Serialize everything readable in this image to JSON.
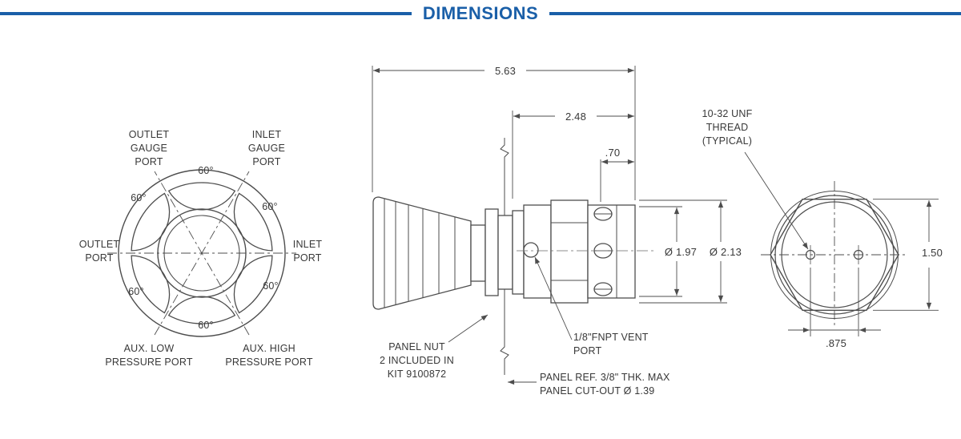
{
  "header": {
    "title": "DIMENSIONS"
  },
  "colors": {
    "accent": "#1a5fa8",
    "line": "#4d4d4d",
    "text": "#383838"
  },
  "front_view": {
    "outlet_gauge_port": "OUTLET\nGAUGE\nPORT",
    "inlet_gauge_port": "INLET\nGAUGE\nPORT",
    "outlet_port": "OUTLET\nPORT",
    "inlet_port": "INLET\nPORT",
    "aux_low_pressure_port": "AUX. LOW\nPRESSURE PORT",
    "aux_high_pressure_port": "AUX. HIGH\nPRESSURE PORT",
    "angles": [
      "60°",
      "60°",
      "60°",
      "60°",
      "60°",
      "60°"
    ]
  },
  "side_view": {
    "overall_length": "5.63",
    "behind_panel_depth": "2.48",
    "rear_section": ".70",
    "body_diameter": "Ø 1.97",
    "hex_across_flats": "Ø 2.13",
    "panel_nut_note": "PANEL NUT\n2 INCLUDED IN\nKIT 9100872",
    "vent_port_note": "1/8\"FNPT VENT\nPORT",
    "panel_ref_note": "PANEL REF. 3/8\" THK. MAX\nPANEL CUT-OUT Ø 1.39"
  },
  "back_view": {
    "thread_note": "10-32 UNF\nTHREAD\n(TYPICAL)",
    "across_flats": "1.50",
    "hole_spacing": ".875"
  }
}
